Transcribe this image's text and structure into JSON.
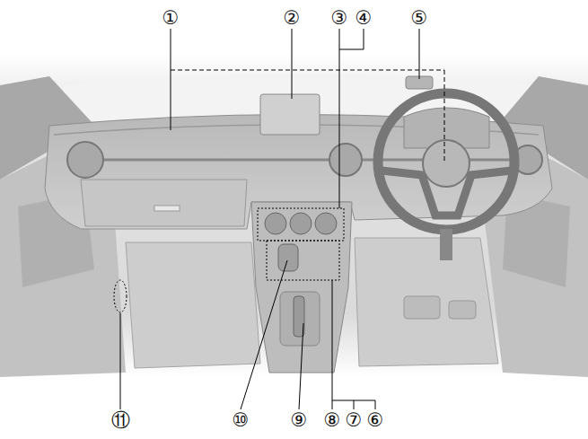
{
  "diagram": {
    "labels": [
      "①",
      "②",
      "③",
      "④",
      "⑤",
      "⑪",
      "⑩",
      "⑨",
      "⑧",
      "⑦",
      "⑥"
    ]
  }
}
